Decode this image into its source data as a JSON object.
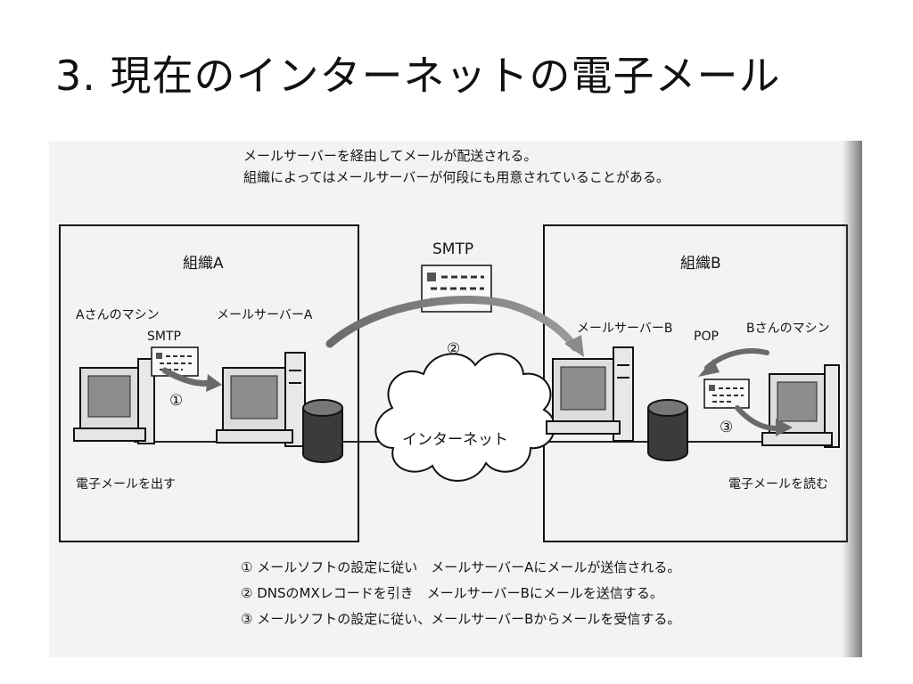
{
  "slide": {
    "title": "3. 現在のインターネットの電子メール"
  },
  "figure": {
    "intro_lines": [
      "メールサーバーを経由してメールが配送される。",
      "組織によってはメールサーバーが何段にも用意されていることがある。"
    ],
    "org_a": {
      "name": "組織A",
      "machine": "Aさんのマシン",
      "server": "メールサーバーA",
      "protocol": "SMTP",
      "step": "①",
      "action": "電子メールを出す"
    },
    "org_b": {
      "name": "組織B",
      "machine": "Bさんのマシン",
      "server": "メールサーバーB",
      "protocol": "POP",
      "step": "③",
      "action": "電子メールを読む"
    },
    "internet": {
      "label": "インターネット",
      "protocol": "SMTP",
      "step": "②"
    },
    "captions": [
      "① メールソフトの設定に従い　メールサーバーAにメールが送信される。",
      "② DNSのMXレコードを引き　メールサーバーBにメールを送信する。",
      "③ メールソフトの設定に従い、メールサーバーBからメールを受信する。"
    ]
  }
}
